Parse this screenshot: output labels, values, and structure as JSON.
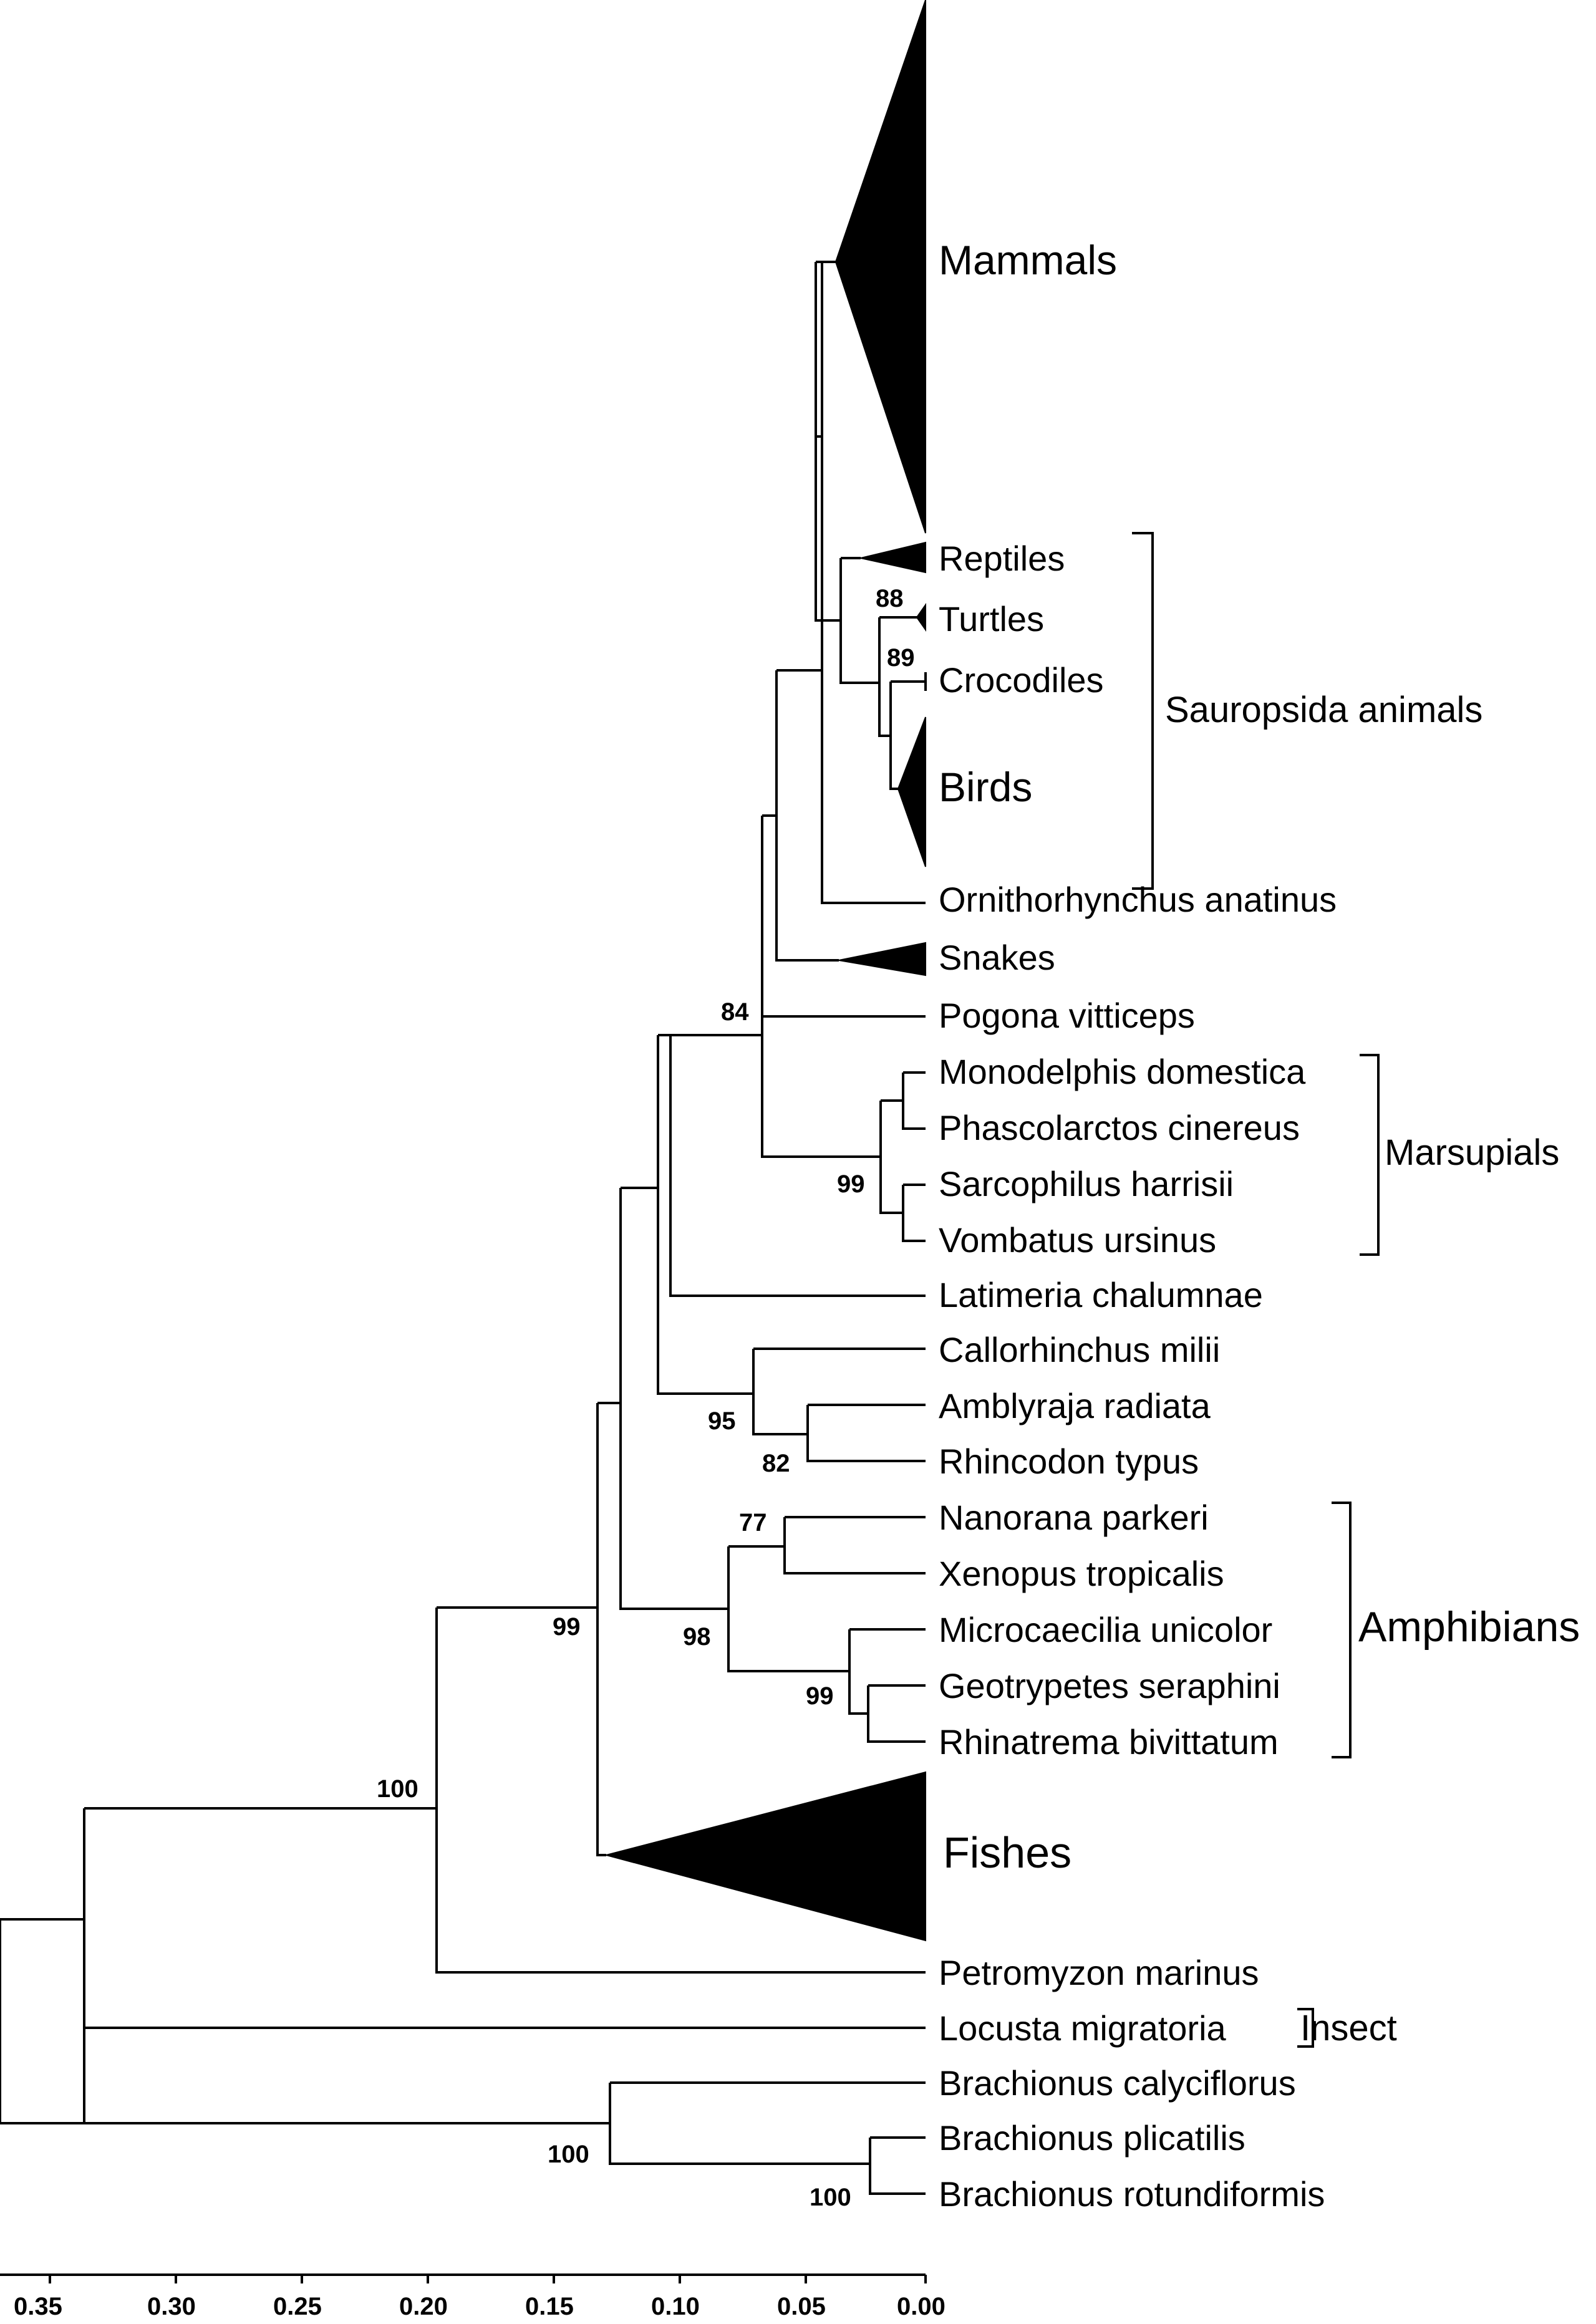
{
  "clades": {
    "mammals": "Mammals",
    "reptiles": "Reptiles",
    "turtles": "Turtles",
    "birds": "Birds",
    "snakes": "Snakes",
    "fishes": "Fishes"
  },
  "taxa": {
    "crocodiles": "Crocodiles",
    "ornithorhynchus": "Ornithorhynchus anatinus",
    "pogona": "Pogona vitticeps",
    "monodelphis": "Monodelphis domestica",
    "phascolarctos": "Phascolarctos cinereus",
    "sarcophilus": "Sarcophilus harrisii",
    "vombatus": "Vombatus ursinus",
    "latimeria": "Latimeria chalumnae",
    "callorhinchus": "Callorhinchus milii",
    "amblyraja": "Amblyraja radiata",
    "rhincodon": "Rhincodon typus",
    "nanorana": "Nanorana parkeri",
    "xenopus": "Xenopus tropicalis",
    "microcaecilia": "Microcaecilia unicolor",
    "geotrypetes": "Geotrypetes seraphini",
    "rhinatrema": "Rhinatrema bivittatum",
    "petromyzon": "Petromyzon marinus",
    "locusta": "Locusta migratoria",
    "calyciflorus": "Brachionus calyciflorus",
    "plicatilis": "Brachionus plicatilis",
    "rotundiformis": "Brachionus rotundiformis"
  },
  "groups": {
    "sauropsida": "Sauropsida animals",
    "marsupials": "Marsupials",
    "amphibians": "Amphibians",
    "insect": "Insect"
  },
  "bootstrap": {
    "turtles_node": "88",
    "crocodile_bird_node": "89",
    "tetrapod_node": "84",
    "marsupial_node": "99",
    "cartilaginous_node": "95",
    "batoid_shark_node": "82",
    "frog_node": "77",
    "amphibian_node": "98",
    "caecilian_node": "99",
    "vertebrate_node": "99",
    "chordate_node": "100",
    "rotifer_node": "100",
    "brachionus_node": "100"
  },
  "scale": {
    "ticks": [
      "0.35",
      "0.30",
      "0.25",
      "0.20",
      "0.15",
      "0.10",
      "0.05",
      "0.00"
    ]
  }
}
